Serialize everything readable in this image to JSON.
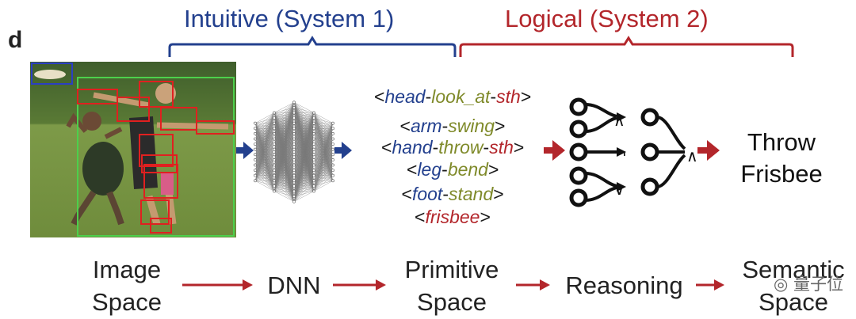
{
  "panel_label": "d",
  "systems": {
    "intuitive": "Intuitive (System 1)",
    "logical": "Logical (System 2)"
  },
  "primitives": [
    [
      {
        "t": "<",
        "c": ""
      },
      {
        "t": "head",
        "c": "blue"
      },
      {
        "t": "-",
        "c": ""
      },
      {
        "t": "look_at",
        "c": "olive"
      },
      {
        "t": "-",
        "c": ""
      },
      {
        "t": "sth",
        "c": "red"
      },
      {
        "t": ">",
        "c": ""
      }
    ],
    [
      {
        "t": "<",
        "c": ""
      },
      {
        "t": "arm",
        "c": "blue"
      },
      {
        "t": "-",
        "c": ""
      },
      {
        "t": "swing",
        "c": "olive"
      },
      {
        "t": ">",
        "c": ""
      }
    ],
    [
      {
        "t": "<",
        "c": ""
      },
      {
        "t": "hand",
        "c": "blue"
      },
      {
        "t": "-",
        "c": ""
      },
      {
        "t": "throw",
        "c": "olive"
      },
      {
        "t": "-",
        "c": ""
      },
      {
        "t": "sth",
        "c": "red"
      },
      {
        "t": ">",
        "c": ""
      }
    ],
    [
      {
        "t": "<",
        "c": ""
      },
      {
        "t": "leg",
        "c": "blue"
      },
      {
        "t": "-",
        "c": ""
      },
      {
        "t": "bend",
        "c": "olive"
      },
      {
        "t": ">",
        "c": ""
      }
    ],
    [
      {
        "t": "<",
        "c": ""
      },
      {
        "t": "foot",
        "c": "blue"
      },
      {
        "t": "-",
        "c": ""
      },
      {
        "t": "stand",
        "c": "olive"
      },
      {
        "t": ">",
        "c": ""
      }
    ],
    [
      {
        "t": "<",
        "c": ""
      },
      {
        "t": "frisbee",
        "c": "red"
      },
      {
        "t": ">",
        "c": ""
      }
    ]
  ],
  "logic_ops": {
    "and_top": "∧",
    "not": "¬",
    "or": "∨",
    "and_final": "∧"
  },
  "result": {
    "line1": "Throw",
    "line2": "Frisbee"
  },
  "pipeline": {
    "image_space": [
      "Image",
      "Space"
    ],
    "dnn": "DNN",
    "primitive_space": [
      "Primitive",
      "Space"
    ],
    "reasoning": "Reasoning",
    "semantic_space": [
      "Semantic",
      "Space"
    ]
  },
  "watermark": "量子位",
  "colors": {
    "system1": "#23408e",
    "system2": "#b3262b",
    "blue_arrow": "#23408e",
    "red_arrow": "#b3262b",
    "image_bbox_person": "#e02020",
    "image_bbox_frisbee": "#2b3fc4",
    "image_bbox_scene": "#4cd04c"
  }
}
